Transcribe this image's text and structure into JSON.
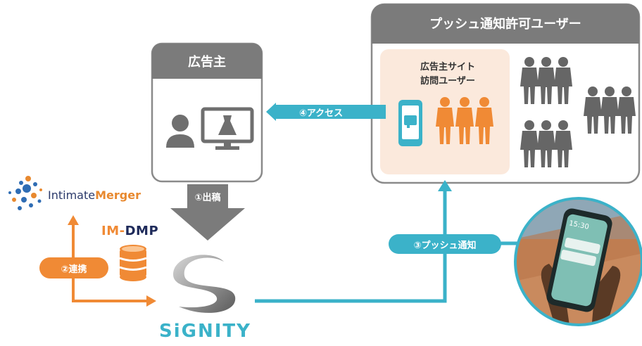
{
  "advertiser": {
    "title": "広告主"
  },
  "push_users": {
    "title": "プッシュ通知許可ユーザー",
    "site_visitors_label": "広告主サイト\n訪問ユーザー"
  },
  "flow": {
    "step1": "①出稿",
    "step2": "②連携",
    "step3": "③プッシュ通知",
    "step4": "④アクセス"
  },
  "partners": {
    "intimate_merger": {
      "prefix": "Intimate",
      "suffix": "Merger"
    },
    "im_dmp": {
      "prefix": "IM-",
      "suffix": "DMP"
    }
  },
  "platform": {
    "name": "SiGNITY"
  },
  "phone_preview": {
    "time": "15:30"
  },
  "colors": {
    "gray_panel": "#7b7b7b",
    "teal": "#3bb2c9",
    "orange": "#f08a35",
    "peach": "#fbe9dc"
  }
}
